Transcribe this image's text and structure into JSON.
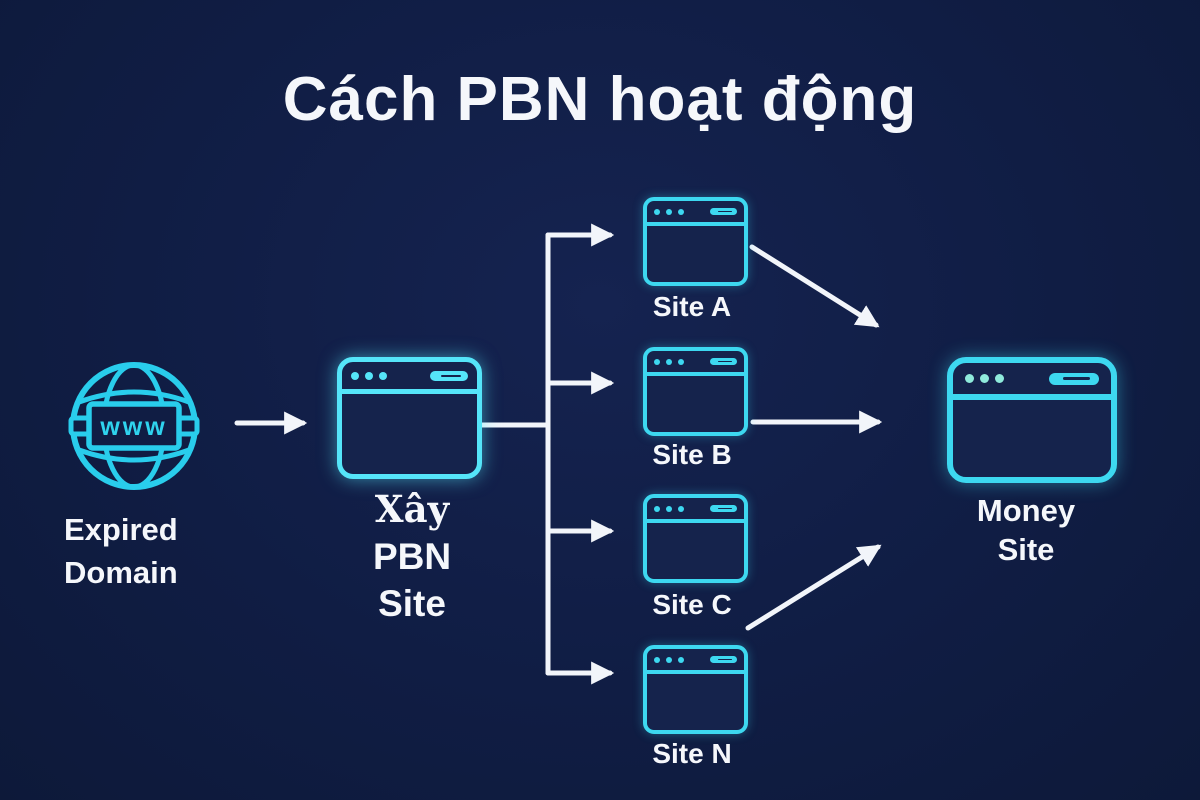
{
  "title": "Cách PBN hoạt động",
  "colors": {
    "background": "#101d44",
    "icon_cyan": "#3dd8f0",
    "icon_cyan_bright": "#55e5f9",
    "money_dots": "#8feadb",
    "text_white": "#f5f7fb",
    "arrow_white": "#f2f5fa"
  },
  "diagram": {
    "expired_domain": {
      "icon": "globe-www-icon",
      "www_label": "www",
      "label_lines": [
        "Expired",
        "Domain"
      ]
    },
    "pbn_site": {
      "icon": "browser-window-icon",
      "label_lines": [
        "Xây",
        "PBN",
        "Site"
      ]
    },
    "sites": [
      {
        "label": "Site A"
      },
      {
        "label": "Site B"
      },
      {
        "label": "Site C"
      },
      {
        "label": "Site N"
      }
    ],
    "money_site": {
      "icon": "browser-window-icon",
      "label_lines": [
        "Money",
        "Site"
      ]
    },
    "edges": [
      {
        "from": "expired-domain",
        "to": "pbn-site"
      },
      {
        "from": "pbn-site",
        "to": "site-a"
      },
      {
        "from": "pbn-site",
        "to": "site-b"
      },
      {
        "from": "pbn-site",
        "to": "site-c"
      },
      {
        "from": "pbn-site",
        "to": "site-n"
      },
      {
        "from": "site-a",
        "to": "money-site"
      },
      {
        "from": "site-b",
        "to": "money-site"
      },
      {
        "from": "site-c",
        "to": "money-site"
      }
    ]
  }
}
